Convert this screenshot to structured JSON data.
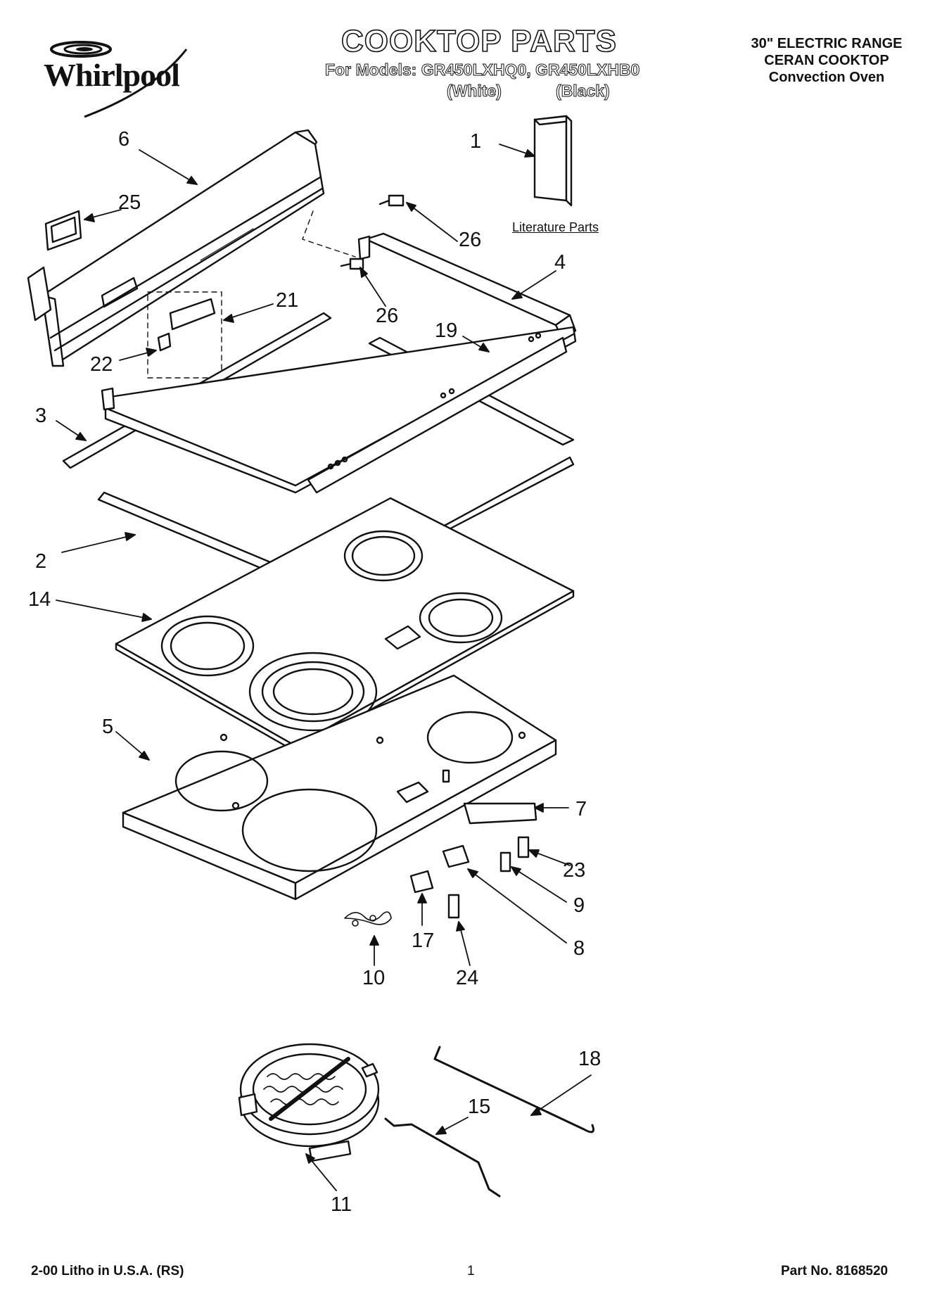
{
  "header": {
    "brand": "Whirlpool",
    "title": "COOKTOP PARTS",
    "models_line": "For Models: GR450LXHQ0, GR450LXHB0",
    "color_white": "(White)",
    "color_black": "(Black)",
    "range_line1": "30\" ELECTRIC RANGE",
    "range_line2": "CERAN COOKTOP",
    "range_line3": "Convection Oven"
  },
  "literature_label": "Literature Parts",
  "callouts": {
    "c1": "1",
    "c2": "2",
    "c3": "3",
    "c4": "4",
    "c5": "5",
    "c6": "6",
    "c7": "7",
    "c8": "8",
    "c9": "9",
    "c10": "10",
    "c11": "11",
    "c14": "14",
    "c15": "15",
    "c17": "17",
    "c18": "18",
    "c19": "19",
    "c21": "21",
    "c22": "22",
    "c23": "23",
    "c24": "24",
    "c25": "25",
    "c26a": "26",
    "c26b": "26"
  },
  "footer": {
    "litho": "2-00 Litho in U.S.A. (RS)",
    "page": "1",
    "part_no": "Part No. 8168520"
  }
}
